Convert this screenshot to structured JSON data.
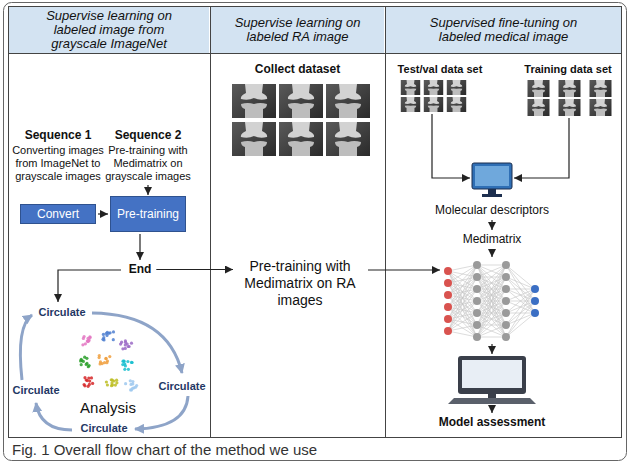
{
  "diagram": {
    "caption": "Fig. 1 Overall flow chart of the method we use",
    "nodes": [
      {
        "text": [
          "Supervise learning on labeled image from grayscale ImageNet"
        ]
      },
      {
        "text": [
          "Convert"
        ],
        "in": 0
      },
      {
        "text": [
          "Pre-training"
        ],
        "in": 0
      },
      {
        "text": [
          "End"
        ],
        "in": 0
      },
      {
        "text": [
          "Analysis"
        ],
        "in": 0
      },
      {
        "text": [
          "Supervise learning on labeled RA image"
        ]
      },
      {
        "text": [
          "Pre-training with Medimatrix on RA images"
        ],
        "in": 5
      },
      {
        "text": [
          "Supervised fine-tuning on labeled medical image"
        ]
      },
      {
        "text": [
          "Molecular descriptors"
        ],
        "in": 7
      },
      {
        "text": [
          "Medimatrix"
        ],
        "in": 7
      },
      {
        "text": [
          "Model assessment"
        ],
        "in": 7
      }
    ],
    "edges": [
      {
        "from": 1,
        "to": 2,
        "arrow": "to"
      },
      {
        "from": 2,
        "to": 3,
        "arrow": "to"
      },
      {
        "from": 3,
        "to": 6,
        "arrow": "to"
      },
      {
        "from": 8,
        "to": 9,
        "arrow": "to"
      }
    ],
    "labels": [
      "Sequence 1",
      "Converting images from ImageNet to grayscale images",
      "Sequence 2",
      "Pre-training with Medimatrix on grayscale images",
      "Circulate",
      "Circulate",
      "Circulate",
      "Circulate",
      "Collect dataset",
      "Test/val data set",
      "Training data set"
    ]
  }
}
